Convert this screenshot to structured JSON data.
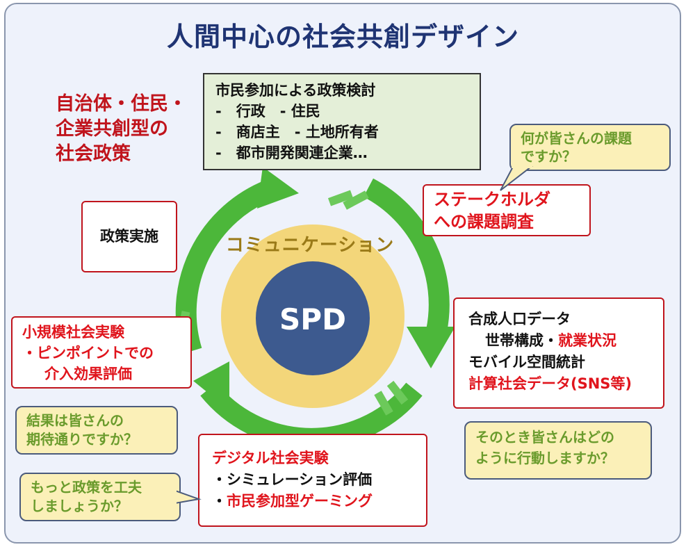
{
  "title": "人間中心の社会共創デザイン",
  "left_heading": [
    "自治体・住民・",
    "企業共創型の",
    "社会政策"
  ],
  "policy_box": {
    "title": "市民参加による政策検討",
    "lines": [
      "-　行政　- 住民",
      "-　商店主　- 土地所有者",
      "-　都市開発関連企業…"
    ]
  },
  "implementation": "政策実施",
  "stakeholder": [
    "ステークホルダ",
    "への課題調査"
  ],
  "data_box": {
    "line1": "合成人口データ",
    "line2_a": "世帯構成・",
    "line2_b": "就業状況",
    "line3": "モバイル空間統計",
    "line4": "計算社会データ(SNS等)"
  },
  "experiment_box": [
    "小規模社会実験",
    "・ピンポイントでの",
    "介入効果評価"
  ],
  "digital_box": {
    "title": "デジタル社会実験",
    "item1": "・シミュレーション評価",
    "item2_bullet": "・",
    "item2_text": "市民参加型ゲーミング"
  },
  "bubbles": {
    "issue": [
      "何が皆さんの課題",
      "ですか？"
    ],
    "action": [
      "そのとき皆さんはどの",
      "ように行動しますか？"
    ],
    "result": [
      "結果は皆さんの",
      "期待通りですか？"
    ],
    "improve": [
      "もっと政策を工夫",
      "しましょうか？"
    ]
  },
  "center": {
    "ring_label": "コミュニケーション",
    "core_label": "SPD"
  },
  "colors": {
    "title": "#1f3473",
    "accent_red": "#e0141c",
    "arrow_green": "#4cb73a",
    "ring_yellow": "#f3d67a",
    "core_blue": "#3d5a8f",
    "bubble_fill": "#fbf0b8",
    "bubble_text": "#6a9b2c"
  }
}
